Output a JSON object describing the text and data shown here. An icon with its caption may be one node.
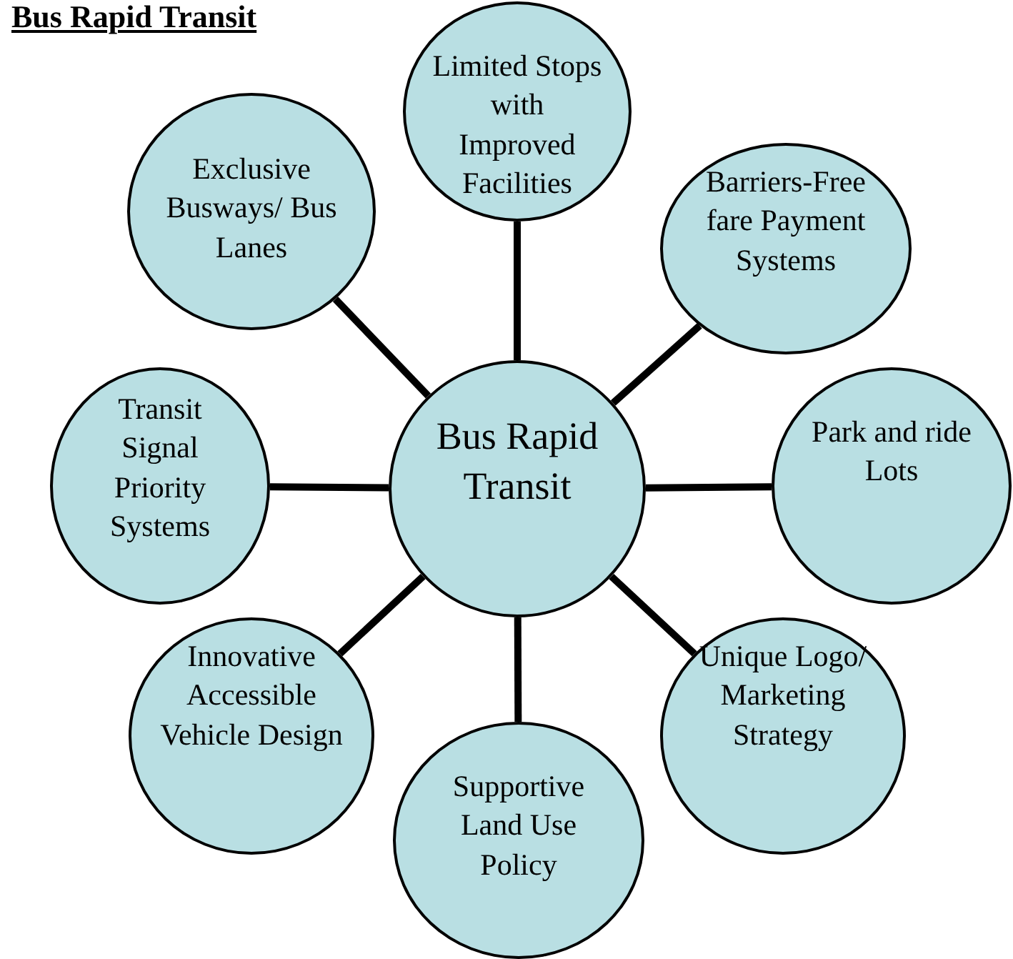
{
  "diagram": {
    "title": "Bus Rapid Transit",
    "nodes": [
      {
        "text": [
          "Bus Rapid Transit"
        ]
      },
      {
        "text": [
          "Limited Stops with Improved Facilities"
        ]
      },
      {
        "text": [
          "Exclusive Busways/ Bus Lanes"
        ]
      },
      {
        "text": [
          "Barriers-Free fare Payment Systems"
        ]
      },
      {
        "text": [
          "Transit Signal Priority Systems"
        ]
      },
      {
        "text": [
          "Park and ride Lots"
        ]
      },
      {
        "text": [
          "Innovative Accessible Vehicle Design"
        ]
      },
      {
        "text": [
          "Unique Logo/ Marketing Strategy"
        ]
      },
      {
        "text": [
          "Supportive Land Use Policy"
        ]
      }
    ],
    "edges": [
      {
        "from": 0,
        "to": 1,
        "arrow": "none"
      },
      {
        "from": 0,
        "to": 2,
        "arrow": "none"
      },
      {
        "from": 0,
        "to": 3,
        "arrow": "none"
      },
      {
        "from": 0,
        "to": 4,
        "arrow": "none"
      },
      {
        "from": 0,
        "to": 5,
        "arrow": "none"
      },
      {
        "from": 0,
        "to": 6,
        "arrow": "none"
      },
      {
        "from": 0,
        "to": 7,
        "arrow": "none"
      },
      {
        "from": 0,
        "to": 8,
        "arrow": "none"
      }
    ]
  }
}
